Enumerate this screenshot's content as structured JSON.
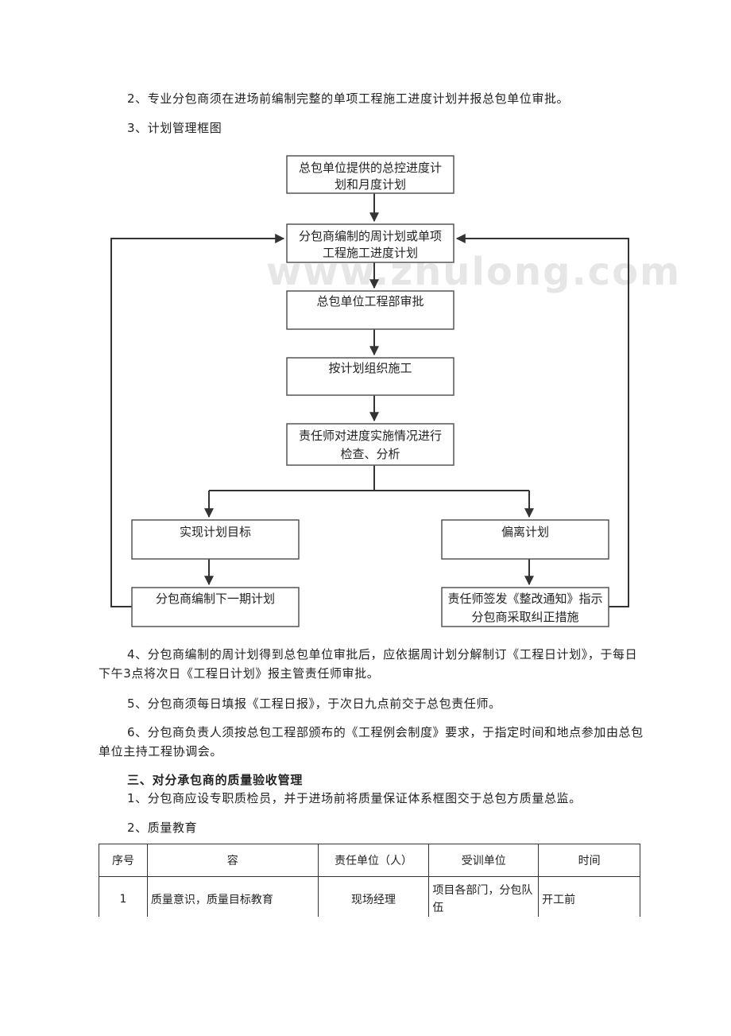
{
  "paragraphs": {
    "p2": "2、专业分包商须在进场前编制完整的单项工程施工进度计划并报总包单位审批。",
    "p3": "3、计划管理框图",
    "p4_line1": "4、分包商编制的周计划得到总包单位审批后，应依据周计划分解制订《工程日计划》，于每日",
    "p4_line2": "下午3点将次日《工程日计划》报主管责任师审批。",
    "p5": "5、分包商须每日填报《工程日报》，于次日九点前交于总包责任师。",
    "p6_line1": "6、分包商负责人须按总包工程部颁布的《工程例会制度》要求，于指定时间和地点参加由总包",
    "p6_line2": "单位主持工程协调会。",
    "section3_heading": "三、对分承包商的质量验收管理",
    "s3_p1": "1、分包商应设专职质检员，并于进场前将质量保证体系框图交于总包方质量总监。",
    "s3_p2": "2、质量教育"
  },
  "flowchart": {
    "watermark": "www.zhulong.com",
    "boxes": [
      {
        "id": "b1",
        "lines": [
          "总包单位提供的总控进度计",
          "划和月度计划"
        ]
      },
      {
        "id": "b2",
        "lines": [
          "分包商编制的周计划或单项",
          "工程施工进度计划"
        ]
      },
      {
        "id": "b3",
        "lines": [
          "总包单位工程部审批"
        ]
      },
      {
        "id": "b4",
        "lines": [
          "按计划组织施工"
        ]
      },
      {
        "id": "b5",
        "lines": [
          "责任师对进度实施情况进行",
          "检查、分析"
        ]
      },
      {
        "id": "b6",
        "lines": [
          "实现计划目标"
        ]
      },
      {
        "id": "b7",
        "lines": [
          "偏离计划"
        ]
      },
      {
        "id": "b8",
        "lines": [
          "分包商编制下一期计划"
        ]
      },
      {
        "id": "b9",
        "lines": [
          "责任师签发《整改通知》指示",
          "分包商采取纠正措施"
        ]
      }
    ]
  },
  "table": {
    "headers": [
      "序号",
      "容",
      "责任单位（人）",
      "受训单位",
      "时间"
    ],
    "rows": [
      [
        "1",
        "质量意识，质量目标教育",
        "现场经理",
        "项目各部门，分包队伍",
        "开工前"
      ]
    ]
  }
}
